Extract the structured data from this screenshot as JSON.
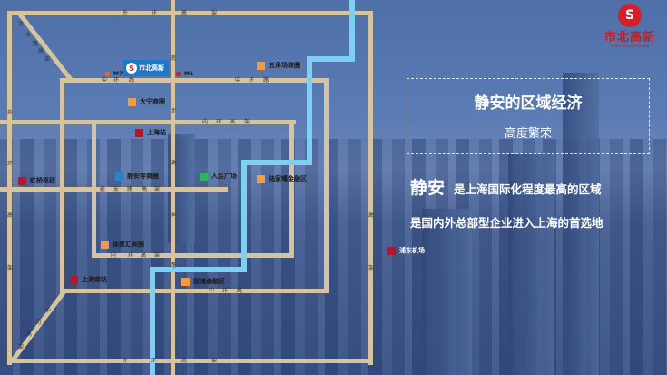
{
  "brand": {
    "name": "市北高新",
    "english": "SHIBEI HIGH-TECH PARK",
    "mark": "S"
  },
  "headline": {
    "title": "静安的区域经济",
    "subtitle": "高度繁荣"
  },
  "statement": {
    "subject": "静安",
    "line1": "是上海国际化程度最高的区域",
    "line2": "是国内外总部型企业进入上海的首选地"
  },
  "map": {
    "logo_label": "市北高新",
    "metro": [
      {
        "label": "M7",
        "color": "#e8621a"
      },
      {
        "label": "M1",
        "color": "#d4202a"
      }
    ],
    "roads": {
      "outer_top": [
        "外",
        "环",
        "高",
        "架"
      ],
      "outer_left": [
        "外",
        "环",
        "高",
        "架"
      ],
      "outer_right": [
        "高",
        "架"
      ],
      "outer_bottom": [
        "外",
        "环",
        "高",
        "架"
      ],
      "middle_top_left": [
        "中",
        "环",
        "路"
      ],
      "middle_top_right": [
        "中",
        "环",
        "路"
      ],
      "middle_bottom": [
        "中",
        "环",
        "路"
      ],
      "inner_top": [
        "内",
        "环",
        "高",
        "架"
      ],
      "inner_bottom": [
        "内",
        "环",
        "高",
        "架"
      ],
      "nanbei": [
        "南",
        "北",
        "高",
        "架",
        "路"
      ],
      "yanan": [
        "延",
        "安",
        "路",
        "高",
        "架"
      ],
      "diag_top": [
        "汶",
        "水",
        "路",
        "高",
        "架"
      ],
      "diag_bottom": [
        "沪",
        "闵",
        "高",
        "架"
      ]
    },
    "pois": [
      {
        "label": "五角场商圈",
        "color": "#f39a45"
      },
      {
        "label": "大宁商圈",
        "color": "#f39a45"
      },
      {
        "label": "上海站",
        "color": "#b3172e"
      },
      {
        "label": "虹桥枢纽",
        "color": "#b3172e"
      },
      {
        "label": "静安寺商圈",
        "color": "#1f86c8"
      },
      {
        "label": "人民广场",
        "color": "#2fb165"
      },
      {
        "label": "陆家嘴金融区",
        "color": "#f39a45"
      },
      {
        "label": "徐家汇商圈",
        "color": "#f39a45"
      },
      {
        "label": "上海南站",
        "color": "#b3172e"
      },
      {
        "label": "前滩金融区",
        "color": "#f39a45"
      },
      {
        "label": "浦东机场",
        "color": "#b3172e"
      }
    ]
  }
}
